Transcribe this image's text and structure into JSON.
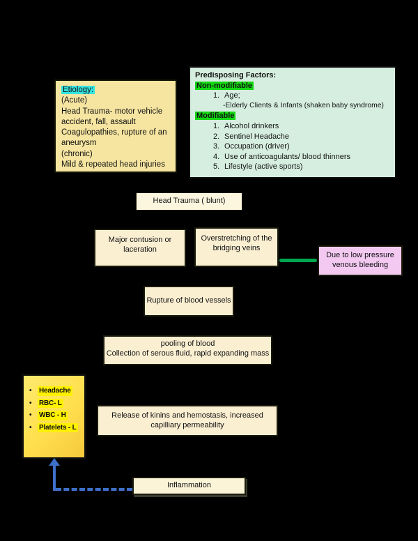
{
  "colors": {
    "page_background": "#000000",
    "etiology_box_bg": "#F6E5A1",
    "etiology_highlight": "#35E3DF",
    "predisposing_box_bg": "#D6EEE0",
    "predisposing_highlight": "#12D812",
    "flow_box_bg": "#FBEFD2",
    "pink_box_bg": "#F3C9F1",
    "yellow_box_bg": "#FFDF4D",
    "yellow_highlight": "#FFF100",
    "green_connector": "#00A74E",
    "blue_connector": "#3E6FC9"
  },
  "etiology_box": {
    "title": "Etiology:",
    "lines": [
      "(Acute)",
      "Head Trauma- motor vehicle",
      "accident, fall, assault",
      "Coagulopathies, rupture of an",
      "aneurysm",
      "(chronic)",
      "Mild & repeated head injuries"
    ]
  },
  "predisposing_box": {
    "title": "Predisposing Factors:",
    "non_modifiable_label": "Non-modifiable",
    "non_modifiable_items": [
      {
        "num": "1.",
        "text": "Age;"
      }
    ],
    "non_modifiable_subitem": "-Elderly Clients & Infants (shaken baby syndrome)",
    "modifiable_label": "Modifiable",
    "modifiable_items": [
      {
        "num": "1.",
        "text": "Alcohol drinkers"
      },
      {
        "num": "2.",
        "text": "Sentinel Headache"
      },
      {
        "num": "3.",
        "text": "Occupation (driver)"
      },
      {
        "num": "4.",
        "text": "Use of anticoagulants/ blood thinners"
      },
      {
        "num": "5.",
        "text": "Lifestyle (active sports)"
      }
    ]
  },
  "flowchart": {
    "head_trauma": "Head Trauma ( blunt)",
    "major_contusion": "Major contusion or laceration",
    "overstretching": "Overstretching of the bridging veins",
    "due_to_low_pressure": "Due to low pressure venous bleeding",
    "rupture": "Rupture of blood vessels",
    "pooling_line1": "pooling of blood",
    "pooling_line2": "Collection of serous fluid, rapid expanding mass",
    "release": "Release of kinins and hemostasis, increased capilliary permeability",
    "inflammation": "Inflammation"
  },
  "findings_box": {
    "bullet": "•",
    "items": [
      "Headache",
      "RBC- L",
      "WBC - H",
      "Platelets - L"
    ]
  }
}
